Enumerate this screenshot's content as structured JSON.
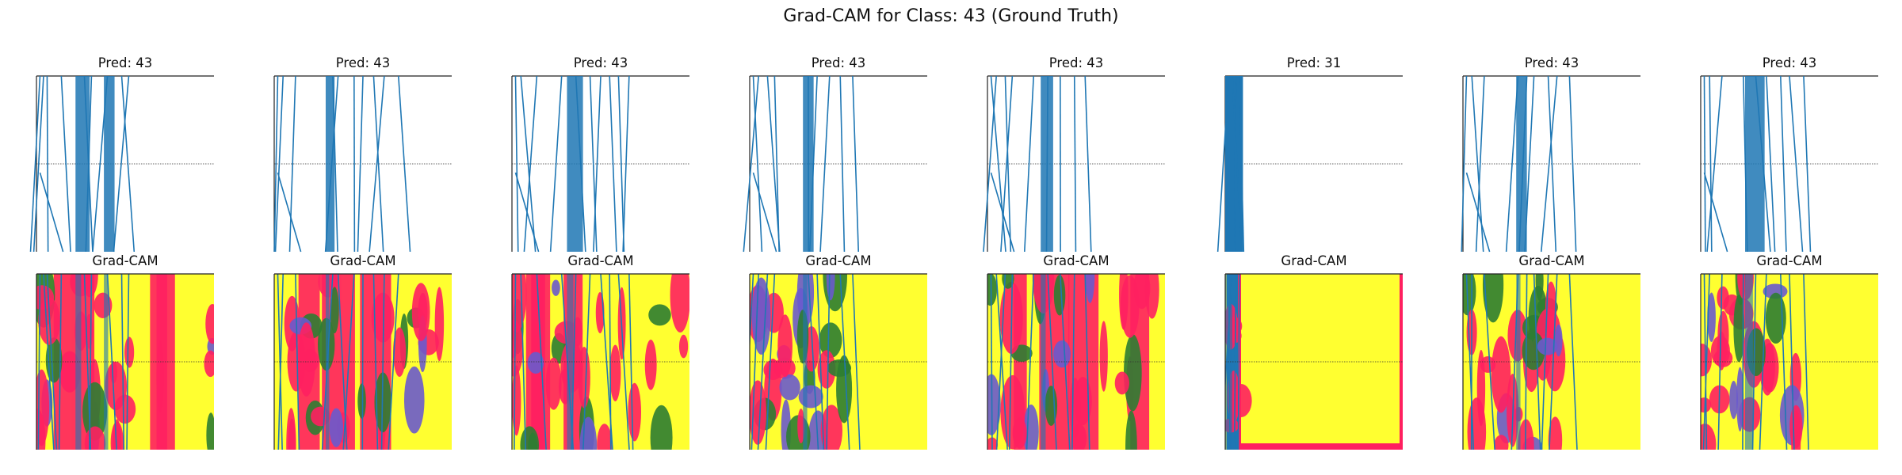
{
  "figure": {
    "title": "Grad-CAM for Class: 43 (Ground Truth)"
  },
  "colors": {
    "signal": "#1f77b4",
    "cam_low": "#ffff30",
    "cam_mid": "#2e7d32",
    "cam_high": "#ff2060",
    "cam_peak": "#6a5acd"
  },
  "chart_data": [
    {
      "type": "line",
      "title": "Pred: 43",
      "heatmap_title": "Grad-CAM",
      "prediction": "43"
    },
    {
      "type": "line",
      "title": "Pred: 43",
      "heatmap_title": "Grad-CAM",
      "prediction": "43"
    },
    {
      "type": "line",
      "title": "Pred: 43",
      "heatmap_title": "Grad-CAM",
      "prediction": "43"
    },
    {
      "type": "line",
      "title": "Pred: 43",
      "heatmap_title": "Grad-CAM",
      "prediction": "43"
    },
    {
      "type": "line",
      "title": "Pred: 43",
      "heatmap_title": "Grad-CAM",
      "prediction": "43"
    },
    {
      "type": "line",
      "title": "Pred: 31",
      "heatmap_title": "Grad-CAM",
      "prediction": "31"
    },
    {
      "type": "line",
      "title": "Pred: 43",
      "heatmap_title": "Grad-CAM",
      "prediction": "43"
    },
    {
      "type": "line",
      "title": "Pred: 43",
      "heatmap_title": "Grad-CAM",
      "prediction": "43"
    }
  ]
}
